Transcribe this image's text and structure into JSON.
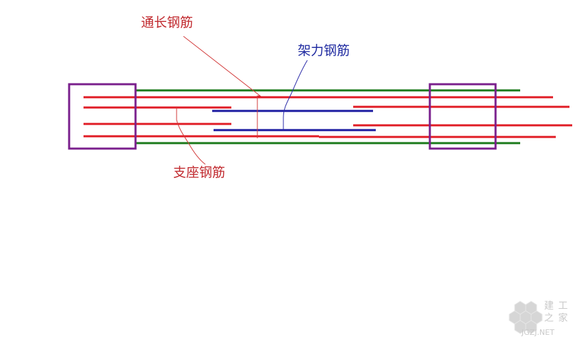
{
  "labels": {
    "continuous_rebar": "通长钢筋",
    "erection_rebar": "架力钢筋",
    "support_rebar": "支座钢筋"
  },
  "watermark": {
    "logo_text": "建 工 之 家",
    "site": "JGZJ.NET"
  },
  "colors": {
    "red_rebar": "#e01b24",
    "green_rebar": "#1a7a1a",
    "blue_rebar": "#1a1aa0",
    "column_outline": "#7a1f8c",
    "leader_red": "#d23a3a",
    "leader_blue": "#2a2aa8",
    "watermark": "#cfcfcf"
  }
}
